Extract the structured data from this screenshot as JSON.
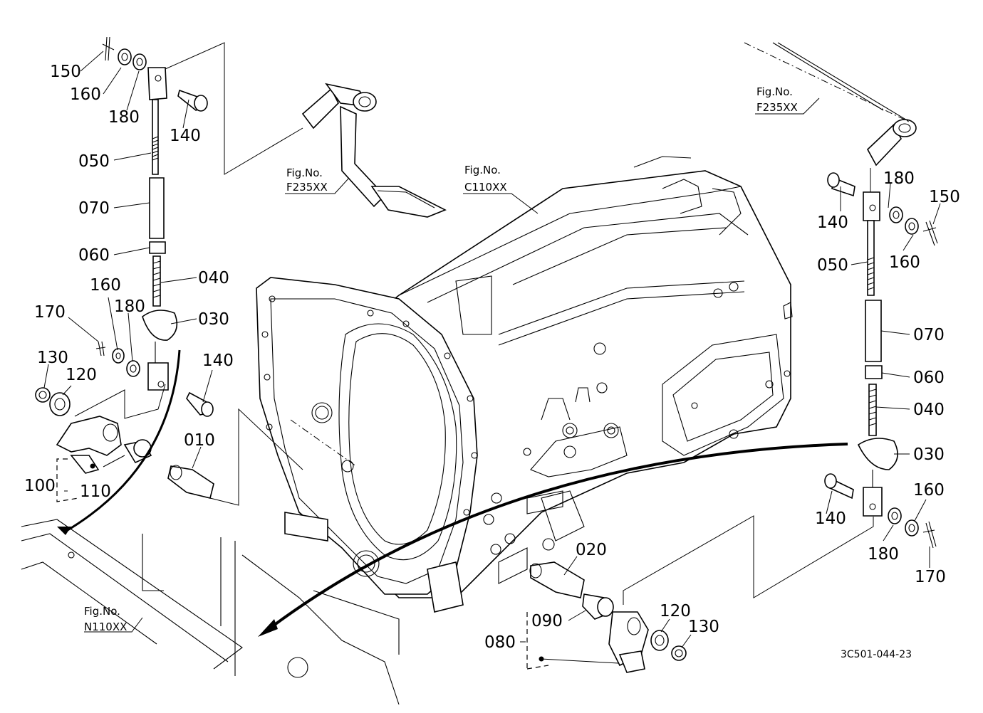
{
  "figure_code": "3C501-044-23",
  "fig_no_prefix": "Fig.No.",
  "fig_refs": {
    "pedal_left": "F235XX",
    "pedal_right": "F235XX",
    "housing": "C110XX",
    "frame": "N110XX"
  },
  "parts_left": {
    "p150": "150",
    "p160a": "160",
    "p180a": "180",
    "p140a": "140",
    "p050": "050",
    "p070": "070",
    "p060": "060",
    "p040": "040",
    "p030": "030",
    "p160b": "160",
    "p180b": "180",
    "p170": "170",
    "p130": "130",
    "p120": "120",
    "p140b": "140",
    "p010": "010",
    "p100": "100",
    "p110": "110"
  },
  "parts_right": {
    "p180a": "180",
    "p150": "150",
    "p140a": "140",
    "p160a": "160",
    "p050": "050",
    "p070": "070",
    "p060": "060",
    "p040": "040",
    "p030": "030",
    "p160b": "160",
    "p140b": "140",
    "p180b": "180",
    "p170": "170"
  },
  "parts_bottom": {
    "p020": "020",
    "p120": "120",
    "p090": "090",
    "p130": "130",
    "p080": "080"
  }
}
